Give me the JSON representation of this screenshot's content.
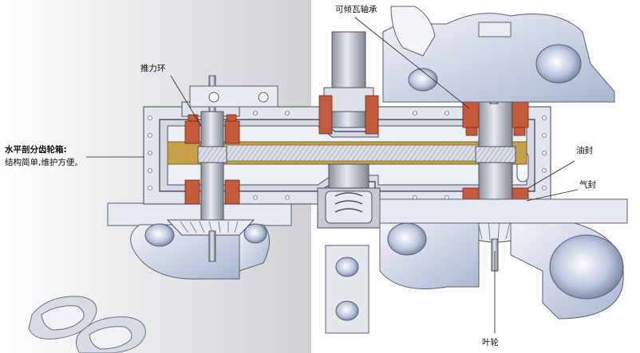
{
  "labels": {
    "thrust_ring": "推力环",
    "tilting_pad_bearing": "可倾瓦轴承",
    "gearbox_title": "水平剖分齿轮箱:",
    "gearbox_desc": "结构简单,维护方便。",
    "oil_seal": "油封",
    "gas_seal": "气封",
    "impeller": "叶轮"
  },
  "colors": {
    "background_left": "#d2d4d8",
    "background_right": "#ffffff",
    "casing": "#dfe3ec",
    "casing_stroke": "#5a6070",
    "gear": "#c8a24a",
    "seal": "#c45a3c",
    "shaft": "#b9bec8",
    "volute": "#a9b8d8"
  }
}
